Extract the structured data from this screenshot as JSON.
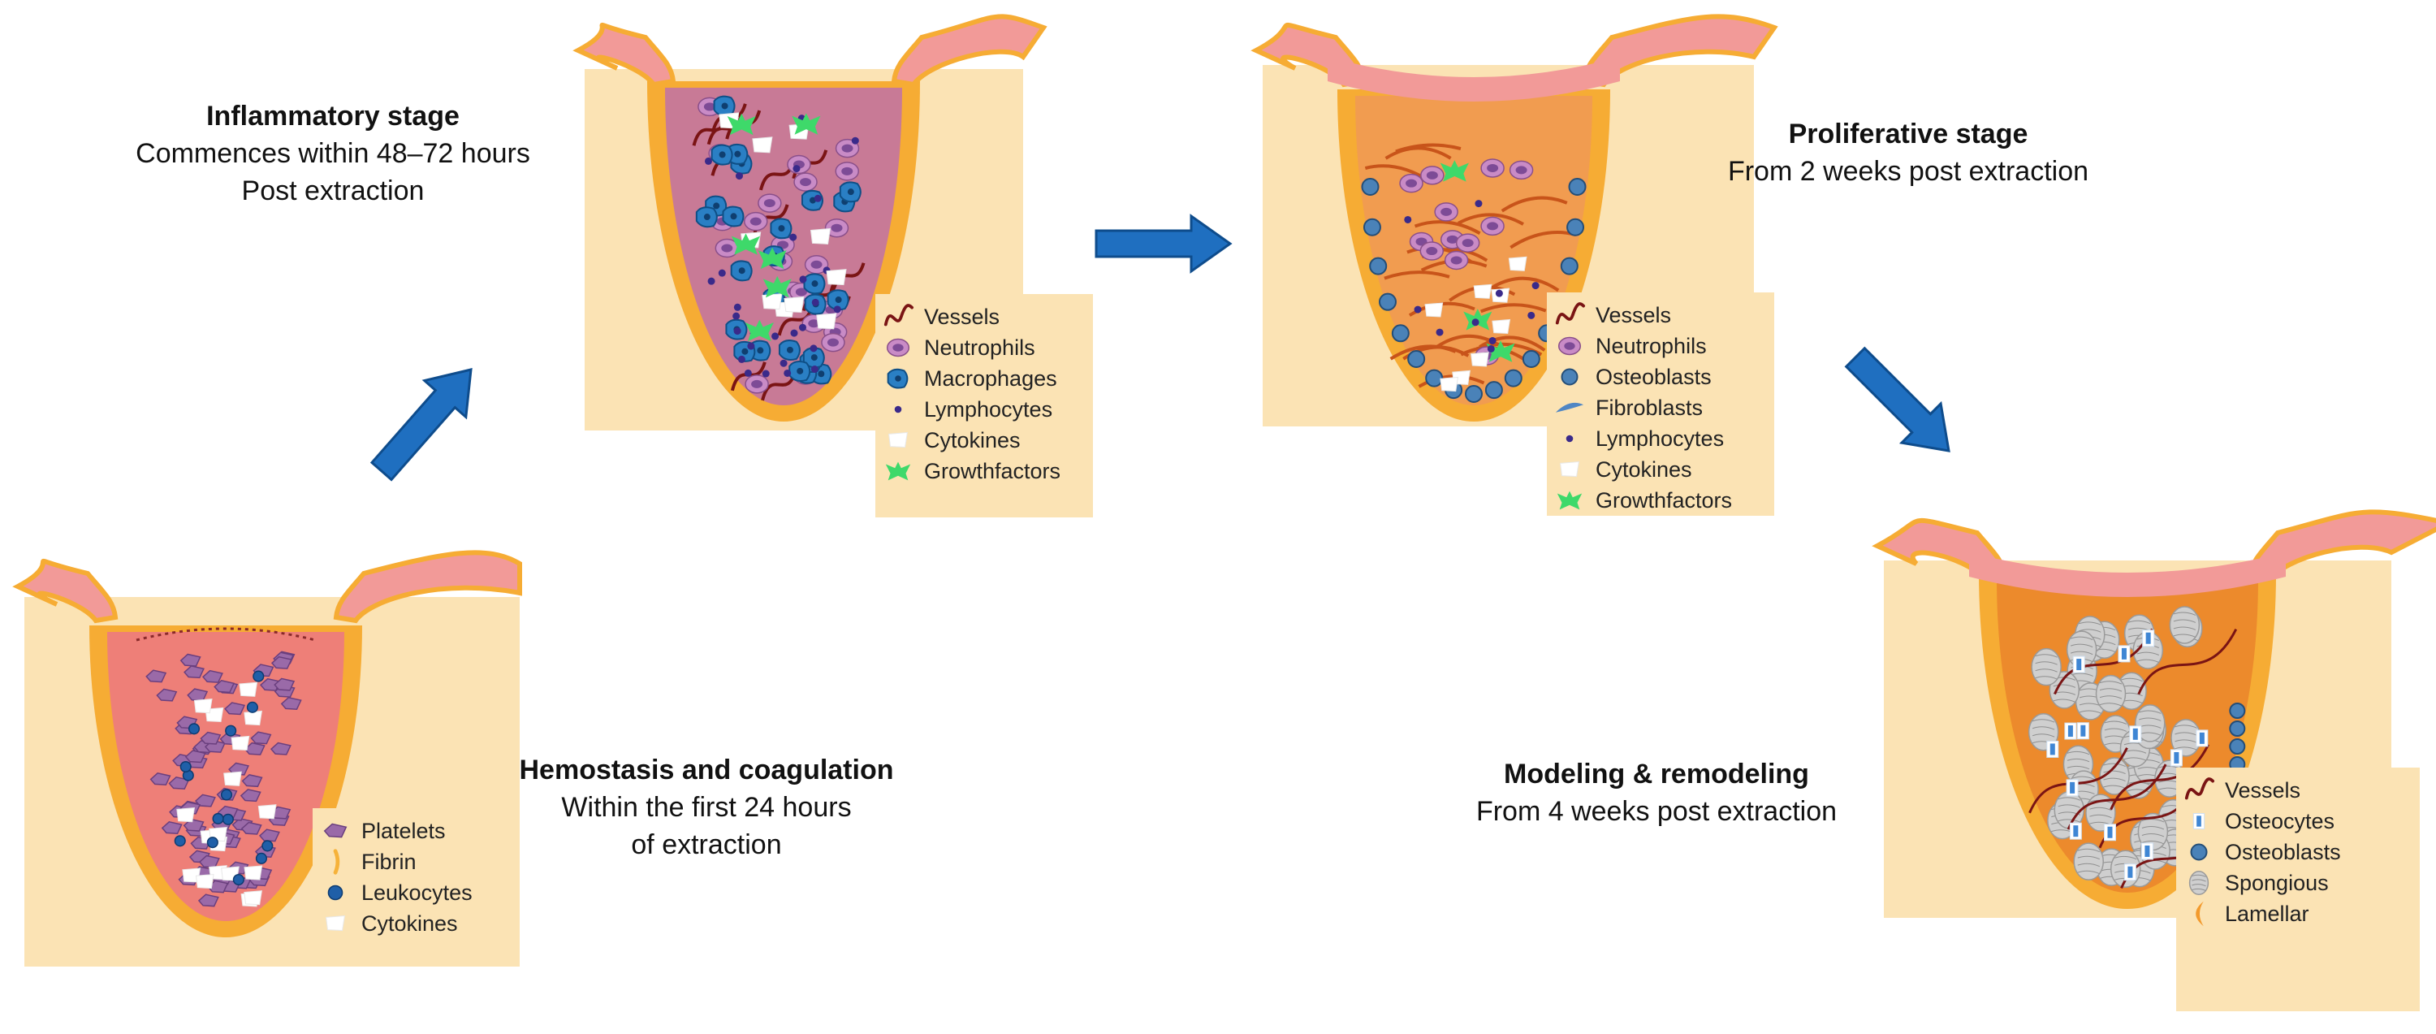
{
  "stages": {
    "hemostasis": {
      "title": "Hemostasis and coagulation",
      "line1": "Within the first 24 hours",
      "line2": "of extraction",
      "legend": [
        {
          "icon": "platelet-icon",
          "label": "Platelets"
        },
        {
          "icon": "fibrin-icon",
          "label": "Fibrin"
        },
        {
          "icon": "leukocyte-icon",
          "label": "Leukocytes"
        },
        {
          "icon": "cytokine-icon",
          "label": "Cytokines"
        }
      ]
    },
    "inflammatory": {
      "title": "Inflammatory stage",
      "line1": "Commences within 48–72 hours",
      "line2": "Post extraction",
      "legend": [
        {
          "icon": "vessel-icon",
          "label": "Vessels"
        },
        {
          "icon": "neutrophil-icon",
          "label": "Neutrophils"
        },
        {
          "icon": "macrophage-icon",
          "label": "Macrophages"
        },
        {
          "icon": "lymphocyte-icon",
          "label": "Lymphocytes"
        },
        {
          "icon": "cytokine-icon",
          "label": "Cytokines"
        },
        {
          "icon": "growthfactor-icon",
          "label": "Growthfactors"
        }
      ]
    },
    "proliferative": {
      "title": "Proliferative stage",
      "line1": "From 2 weeks post extraction",
      "legend": [
        {
          "icon": "vessel-icon",
          "label": "Vessels"
        },
        {
          "icon": "neutrophil-icon",
          "label": "Neutrophils"
        },
        {
          "icon": "osteoblast-icon",
          "label": "Osteoblasts"
        },
        {
          "icon": "fibroblast-icon",
          "label": "Fibroblasts"
        },
        {
          "icon": "lymphocyte-icon",
          "label": "Lymphocytes"
        },
        {
          "icon": "cytokine-icon",
          "label": "Cytokines"
        },
        {
          "icon": "growthfactor-icon",
          "label": "Growthfactors"
        }
      ]
    },
    "remodeling": {
      "title": "Modeling & remodeling",
      "line1": "From 4 weeks post extraction",
      "legend": [
        {
          "icon": "vessel-icon",
          "label": "Vessels"
        },
        {
          "icon": "osteocyte-icon",
          "label": "Osteocytes"
        },
        {
          "icon": "osteoblast-icon",
          "label": "Osteoblasts"
        },
        {
          "icon": "spongious-icon",
          "label": "Spongious"
        },
        {
          "icon": "lamellar-icon",
          "label": "Lamellar"
        }
      ]
    }
  },
  "colors": {
    "bone": "#fbe3b4",
    "gingiva": "#f29a98",
    "cortical": "#f6ac34",
    "clot": "#ee7f78",
    "granulation": "#f19c50",
    "new_bone": "#ec8a2c",
    "arrow": "#1f6fc0",
    "vessel": "#7a1414",
    "macrophage": "#2a7fc4",
    "neutrophil": "#a86aa8",
    "growthfactor": "#3ed96a",
    "lymphocyte": "#3a2a8a"
  }
}
